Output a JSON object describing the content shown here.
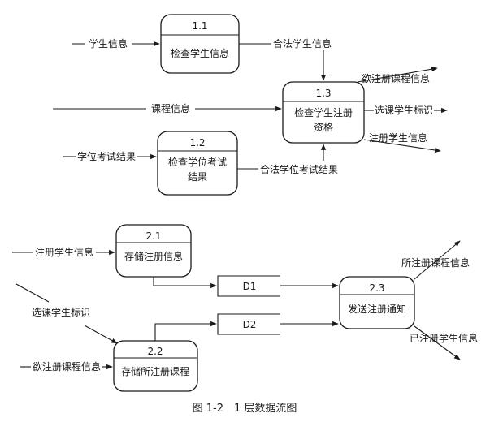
{
  "processes": {
    "p1_1": {
      "id": "1.1",
      "name": "检查学生信息"
    },
    "p1_2": {
      "id": "1.2",
      "name_line1": "检查学位考试",
      "name_line2": "结果"
    },
    "p1_3": {
      "id": "1.3",
      "name_line1": "检查学生注册",
      "name_line2": "资格"
    },
    "p2_1": {
      "id": "2.1",
      "name": "存储注册信息"
    },
    "p2_2": {
      "id": "2.2",
      "name": "存储所注册课程"
    },
    "p2_3": {
      "id": "2.3",
      "name": "发送注册通知"
    }
  },
  "stores": {
    "d1": "D1",
    "d2": "D2"
  },
  "flows": {
    "student_info": "学生信息",
    "course_info": "课程信息",
    "degree_exam_result": "学位考试结果",
    "valid_student_info": "合法学生信息",
    "valid_degree_exam_result": "合法学位考试结果",
    "course_reg_intent": "欲注册课程信息",
    "course_selection_id": "选课学生标识",
    "registered_student_info": "注册学生信息",
    "registered_student_info_in": "注册学生信息",
    "course_selection_id_in": "选课学生标识",
    "course_reg_intent_in": "欲注册课程信息",
    "registered_courses_info": "所注册课程信息",
    "already_registered_info": "已注册学生信息"
  },
  "caption": "图 1-2　1 层数据流图"
}
